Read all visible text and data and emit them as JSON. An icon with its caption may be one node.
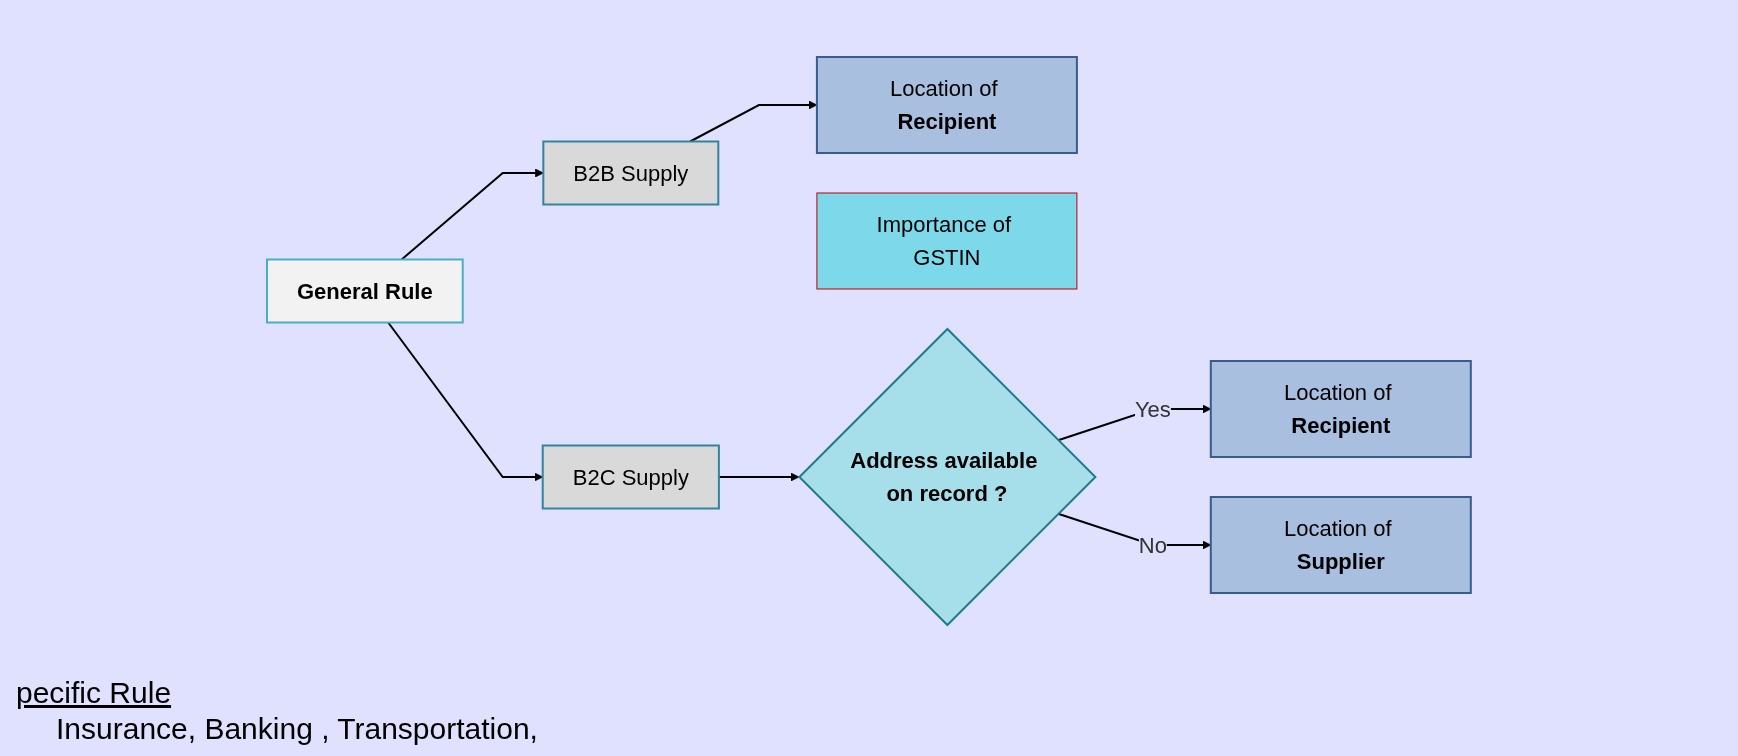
{
  "diagram": {
    "nodes": [
      {
        "text": [
          "**General Rule**"
        ]
      },
      {
        "text": [
          "B2B Supply"
        ]
      },
      {
        "text": [
          "Location of **Recipient**"
        ]
      },
      {
        "text": [
          "Importance of GSTIN"
        ]
      },
      {
        "text": [
          "B2C Supply"
        ]
      },
      {
        "text": [
          "**Address available on record ?**"
        ]
      },
      {
        "text": [
          "Location of **Recipient**"
        ]
      },
      {
        "text": [
          "Location of **Supplier**"
        ]
      }
    ],
    "edges": [
      {
        "from": 0,
        "to": 1,
        "arrow": "to"
      },
      {
        "from": 0,
        "to": 4,
        "arrow": "to"
      },
      {
        "from": 1,
        "to": 2,
        "arrow": "to"
      },
      {
        "from": 4,
        "to": 5,
        "arrow": "to"
      },
      {
        "from": 5,
        "to": 6,
        "arrow": "to",
        "label": "Yes"
      },
      {
        "from": 5,
        "to": 7,
        "arrow": "to",
        "label": "No"
      }
    ],
    "labels": [
      "pecific Rule",
      "Insurance, Banking , Transportation,"
    ]
  }
}
